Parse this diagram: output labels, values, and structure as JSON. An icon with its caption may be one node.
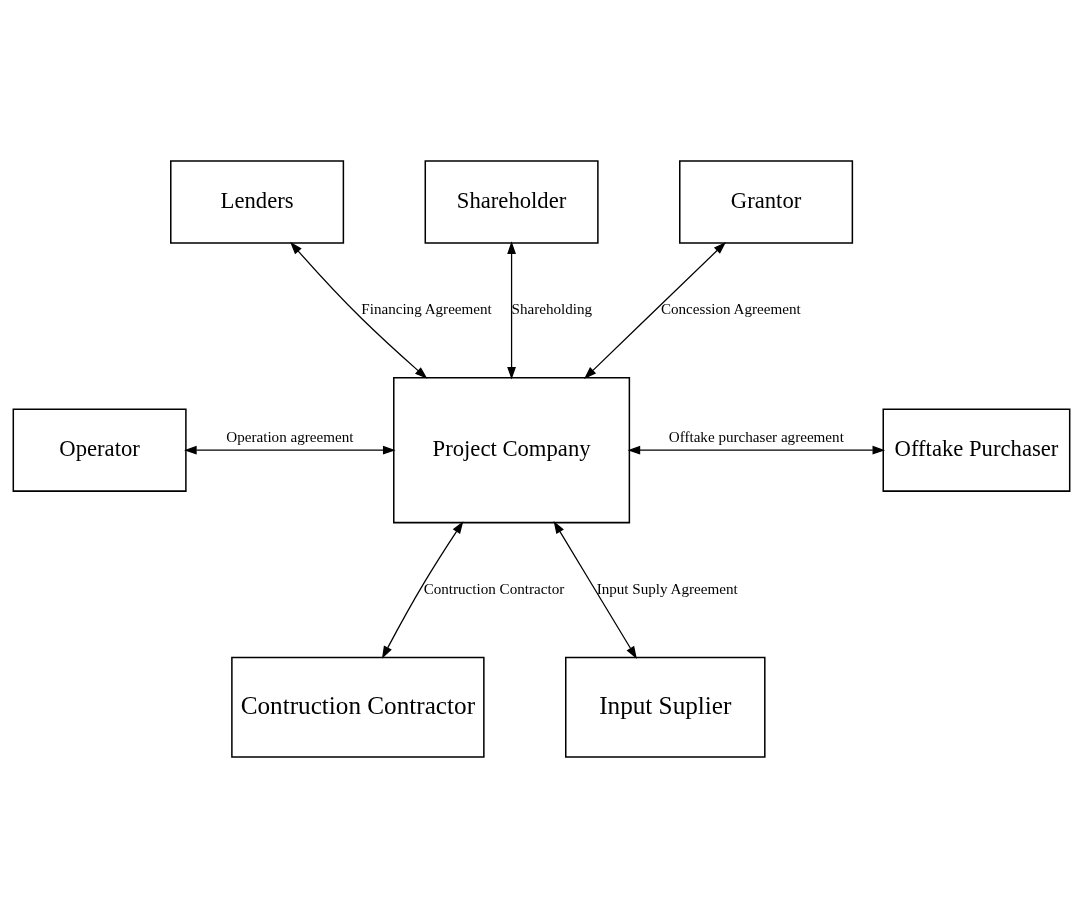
{
  "diagram": {
    "nodes": [
      {
        "text": [
          "Lenders"
        ]
      },
      {
        "text": [
          "Shareholder"
        ]
      },
      {
        "text": [
          "Grantor"
        ]
      },
      {
        "text": [
          "Operator"
        ]
      },
      {
        "text": [
          "Project Company"
        ]
      },
      {
        "text": [
          "Offtake Purchaser"
        ]
      },
      {
        "text": [
          "Contruction Contractor"
        ]
      },
      {
        "text": [
          "Input Suplier"
        ]
      }
    ],
    "edges": [
      {
        "from": 0,
        "to": 4,
        "arrow": "both",
        "label": "Financing Agreement"
      },
      {
        "from": 1,
        "to": 4,
        "arrow": "both",
        "label": "Shareholding"
      },
      {
        "from": 2,
        "to": 4,
        "arrow": "both",
        "label": "Concession Agreement"
      },
      {
        "from": 3,
        "to": 4,
        "arrow": "both",
        "label": "Operation agreement"
      },
      {
        "from": 4,
        "to": 5,
        "arrow": "both",
        "label": "Offtake purchaser agreement"
      },
      {
        "from": 4,
        "to": 6,
        "arrow": "both",
        "label": "Contruction Contractor"
      },
      {
        "from": 4,
        "to": 7,
        "arrow": "both",
        "label": "Input Suply Agreement"
      }
    ]
  }
}
